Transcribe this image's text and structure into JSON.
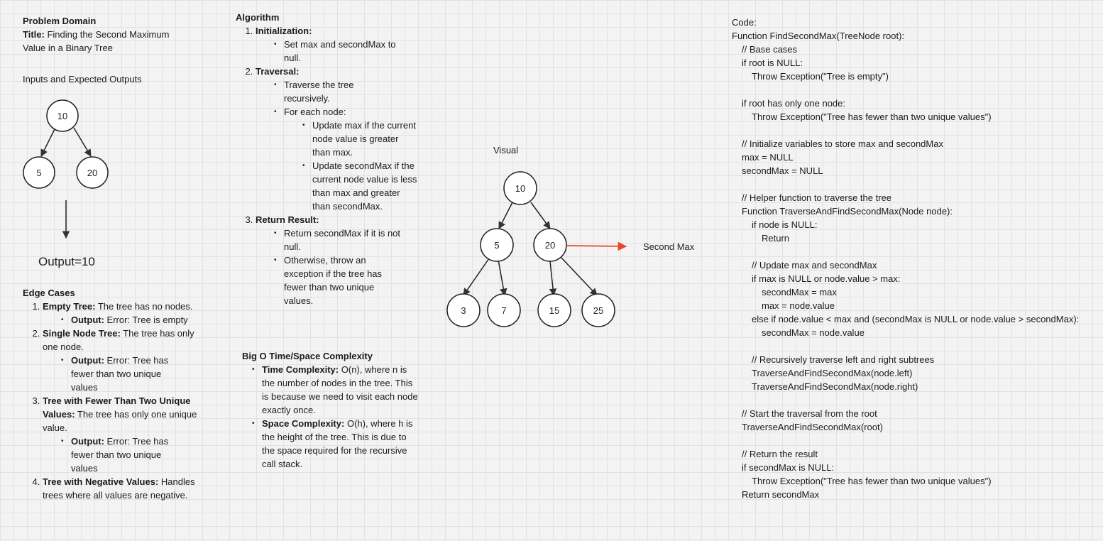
{
  "problem": {
    "heading": "Problem Domain",
    "title_label": "Title:",
    "title_text": "Finding the Second Maximum Value in a Binary Tree",
    "io_heading": "Inputs and Expected Outputs",
    "tree_nodes": [
      "10",
      "5",
      "20"
    ],
    "output": "Output=10"
  },
  "edge_cases": {
    "heading": "Edge Cases",
    "items": [
      {
        "label": "Empty Tree:",
        "text": "The tree has no nodes.",
        "out_label": "Output:",
        "out_text": "Error: Tree is empty"
      },
      {
        "label": "Single Node Tree:",
        "text": "The tree has only one node.",
        "out_label": "Output:",
        "out_text": "Error: Tree has fewer than two unique values"
      },
      {
        "label": "Tree with Fewer Than Two Unique Values:",
        "text": "The tree has only one unique value.",
        "out_label": "Output:",
        "out_text": "Error: Tree has fewer than two unique values"
      },
      {
        "label": "Tree with Negative Values:",
        "text": "Handles trees where all values are negative."
      }
    ]
  },
  "algorithm": {
    "heading": "Algorithm",
    "s1_label": "Initialization:",
    "s1_b1": "Set max and secondMax to null.",
    "s2_label": "Traversal:",
    "s2_b1": "Traverse the tree recursively.",
    "s2_b2": "For each node:",
    "s2_b2_1": "Update max if the current node value is greater than max.",
    "s2_b2_2": "Update secondMax if the current node value is less than max and greater than secondMax.",
    "s3_label": "Return Result:",
    "s3_b1": "Return secondMax if it is not null.",
    "s3_b2": "Otherwise, throw an exception if the tree has fewer than two unique values."
  },
  "complexity": {
    "heading": "Big O Time/Space Complexity",
    "time_label": "Time Complexity:",
    "time_text": "O(n), where n is the number of nodes in the tree. This is because we need to visit each node exactly once.",
    "space_label": "Space Complexity:",
    "space_text": "O(h), where h is the height of the tree. This is due to the space required for the recursive call stack."
  },
  "visual": {
    "label": "Visual",
    "nodes": [
      "10",
      "5",
      "20",
      "3",
      "7",
      "15",
      "25"
    ],
    "second_max_label": "Second Max",
    "arrow_color": "#e8452c"
  },
  "code": {
    "heading": "Code:",
    "lines": [
      {
        "i": 0,
        "t": "Function FindSecondMax(TreeNode root):"
      },
      {
        "i": 1,
        "t": "// Base cases"
      },
      {
        "i": 1,
        "t": "if root is NULL:"
      },
      {
        "i": 2,
        "t": "Throw Exception(\"Tree is empty\")"
      },
      {
        "i": 0,
        "t": ""
      },
      {
        "i": 1,
        "t": "if root has only one node:"
      },
      {
        "i": 2,
        "t": "Throw Exception(\"Tree has fewer than two unique values\")"
      },
      {
        "i": 0,
        "t": ""
      },
      {
        "i": 1,
        "t": "// Initialize variables to store max and secondMax"
      },
      {
        "i": 1,
        "t": "max = NULL"
      },
      {
        "i": 1,
        "t": "secondMax = NULL"
      },
      {
        "i": 0,
        "t": ""
      },
      {
        "i": 1,
        "t": "// Helper function to traverse the tree"
      },
      {
        "i": 1,
        "t": "Function TraverseAndFindSecondMax(Node node):"
      },
      {
        "i": 2,
        "t": "if node is NULL:"
      },
      {
        "i": 3,
        "t": "Return"
      },
      {
        "i": 0,
        "t": ""
      },
      {
        "i": 2,
        "t": "// Update max and secondMax"
      },
      {
        "i": 2,
        "t": "if max is NULL or node.value > max:"
      },
      {
        "i": 3,
        "t": "secondMax = max"
      },
      {
        "i": 3,
        "t": "max = node.value"
      },
      {
        "i": 2,
        "t": "else if node.value < max and (secondMax is NULL or node.value > secondMax):"
      },
      {
        "i": 3,
        "t": "secondMax = node.value"
      },
      {
        "i": 0,
        "t": ""
      },
      {
        "i": 2,
        "t": "// Recursively traverse left and right subtrees"
      },
      {
        "i": 2,
        "t": "TraverseAndFindSecondMax(node.left)"
      },
      {
        "i": 2,
        "t": "TraverseAndFindSecondMax(node.right)"
      },
      {
        "i": 0,
        "t": ""
      },
      {
        "i": 1,
        "t": "// Start the traversal from the root"
      },
      {
        "i": 1,
        "t": "TraverseAndFindSecondMax(root)"
      },
      {
        "i": 0,
        "t": ""
      },
      {
        "i": 1,
        "t": "// Return the result"
      },
      {
        "i": 1,
        "t": "if secondMax is NULL:"
      },
      {
        "i": 2,
        "t": "Throw Exception(\"Tree has fewer than two unique values\")"
      },
      {
        "i": 1,
        "t": "Return secondMax"
      }
    ]
  }
}
